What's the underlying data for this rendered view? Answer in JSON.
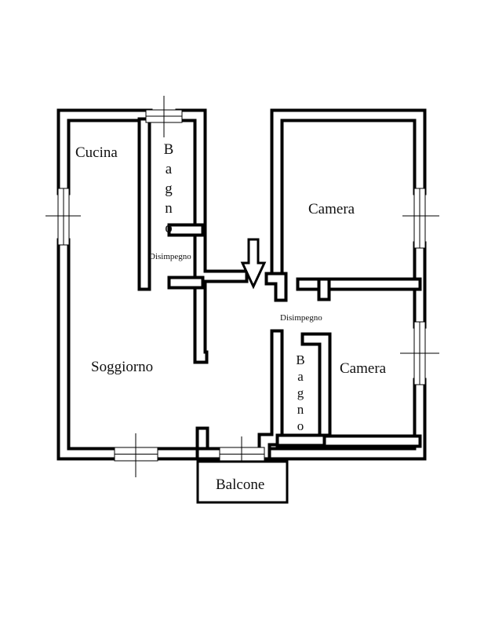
{
  "rooms": {
    "cucina": "Cucina",
    "bagno_left": [
      "B",
      "a",
      "g",
      "n",
      "o"
    ],
    "disimpegno_left": "Disimpegno",
    "soggiorno": "Soggiorno",
    "camera_top": "Camera",
    "disimpegno_right": "Disimpegno",
    "bagno_right": [
      "B",
      "a",
      "g",
      "n",
      "o"
    ],
    "camera_bottom": "Camera",
    "balcone": "Balcone"
  },
  "colors": {
    "wall": "#000000",
    "background": "#ffffff"
  },
  "icons": {
    "entrance": "down-arrow-icon"
  }
}
